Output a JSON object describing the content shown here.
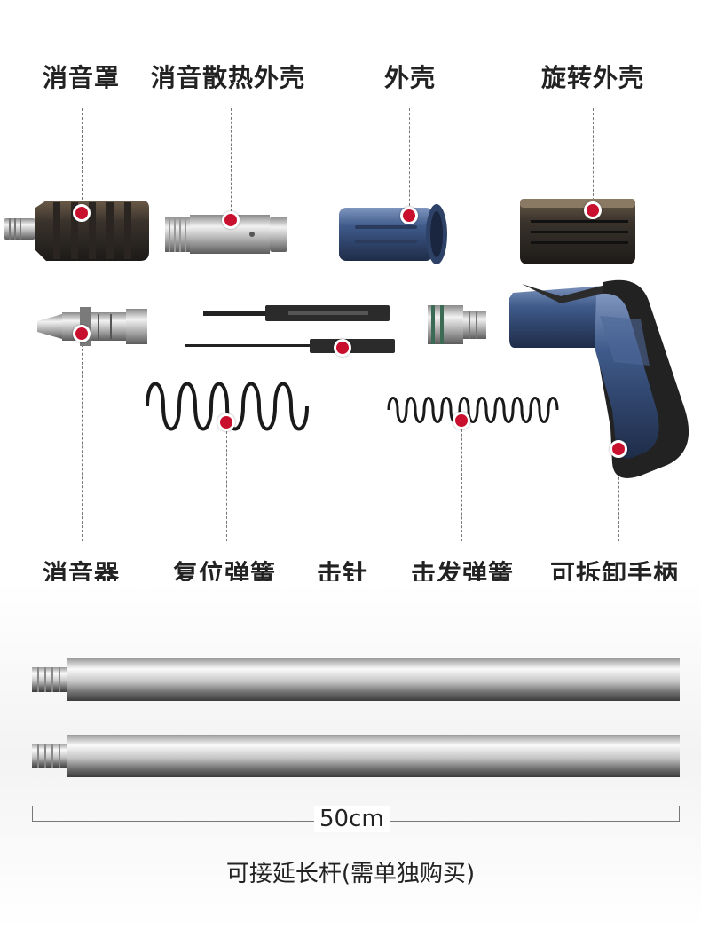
{
  "labels_top": [
    "消音罩",
    "消音散热外壳",
    "外壳",
    "旋转外壳"
  ],
  "labels_bottom": [
    "消音器",
    "复位弹簧",
    "击针",
    "击发弹簧",
    "可拆卸手柄"
  ],
  "dimension": "50cm",
  "caption": "可接延长杆(需单独购买)",
  "colors": {
    "marker": "#c8102e",
    "blue_part": "#3f5a8a",
    "dark_part": "#2a2a2a"
  }
}
